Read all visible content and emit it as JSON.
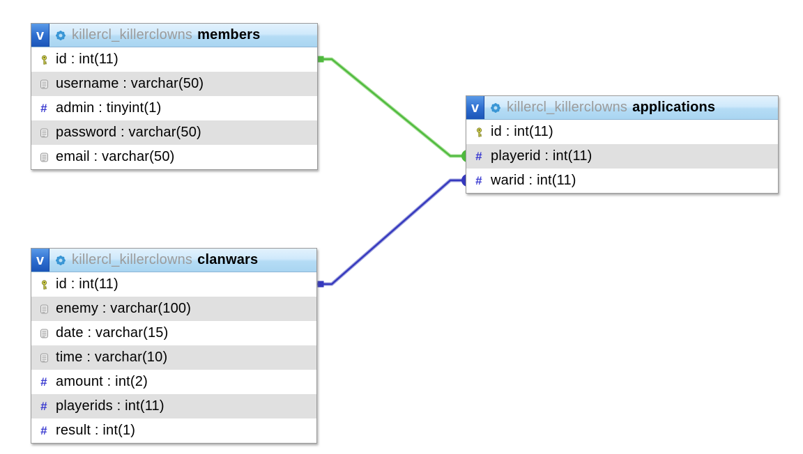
{
  "diagram": {
    "schema_name": "killercl_killerclowns",
    "icons": {
      "view_glyph": "v",
      "numeric_glyph": "#"
    },
    "tables": [
      {
        "name": "members",
        "columns": [
          {
            "icon": "primary-key",
            "label": "id : int(11)"
          },
          {
            "icon": "text",
            "label": "username : varchar(50)"
          },
          {
            "icon": "numeric",
            "label": "admin : tinyint(1)"
          },
          {
            "icon": "text",
            "label": "password : varchar(50)"
          },
          {
            "icon": "text",
            "label": "email : varchar(50)"
          }
        ]
      },
      {
        "name": "applications",
        "columns": [
          {
            "icon": "primary-key",
            "label": "id : int(11)"
          },
          {
            "icon": "numeric",
            "label": "playerid : int(11)"
          },
          {
            "icon": "numeric",
            "label": "warid : int(11)"
          }
        ]
      },
      {
        "name": "clanwars",
        "columns": [
          {
            "icon": "primary-key",
            "label": "id : int(11)"
          },
          {
            "icon": "text",
            "label": "enemy : varchar(100)"
          },
          {
            "icon": "text",
            "label": "date : varchar(15)"
          },
          {
            "icon": "text",
            "label": "time : varchar(10)"
          },
          {
            "icon": "numeric",
            "label": "amount : int(2)"
          },
          {
            "icon": "numeric",
            "label": "playerids : int(11)"
          },
          {
            "icon": "numeric",
            "label": "result : int(1)"
          }
        ]
      }
    ],
    "relations": [
      {
        "from": "members.id",
        "to": "applications.playerid",
        "color": "#4fba3e",
        "halo": "#a8e098"
      },
      {
        "from": "clanwars.id",
        "to": "applications.warid",
        "color": "#3538be",
        "halo": "#9fa2de"
      }
    ]
  }
}
